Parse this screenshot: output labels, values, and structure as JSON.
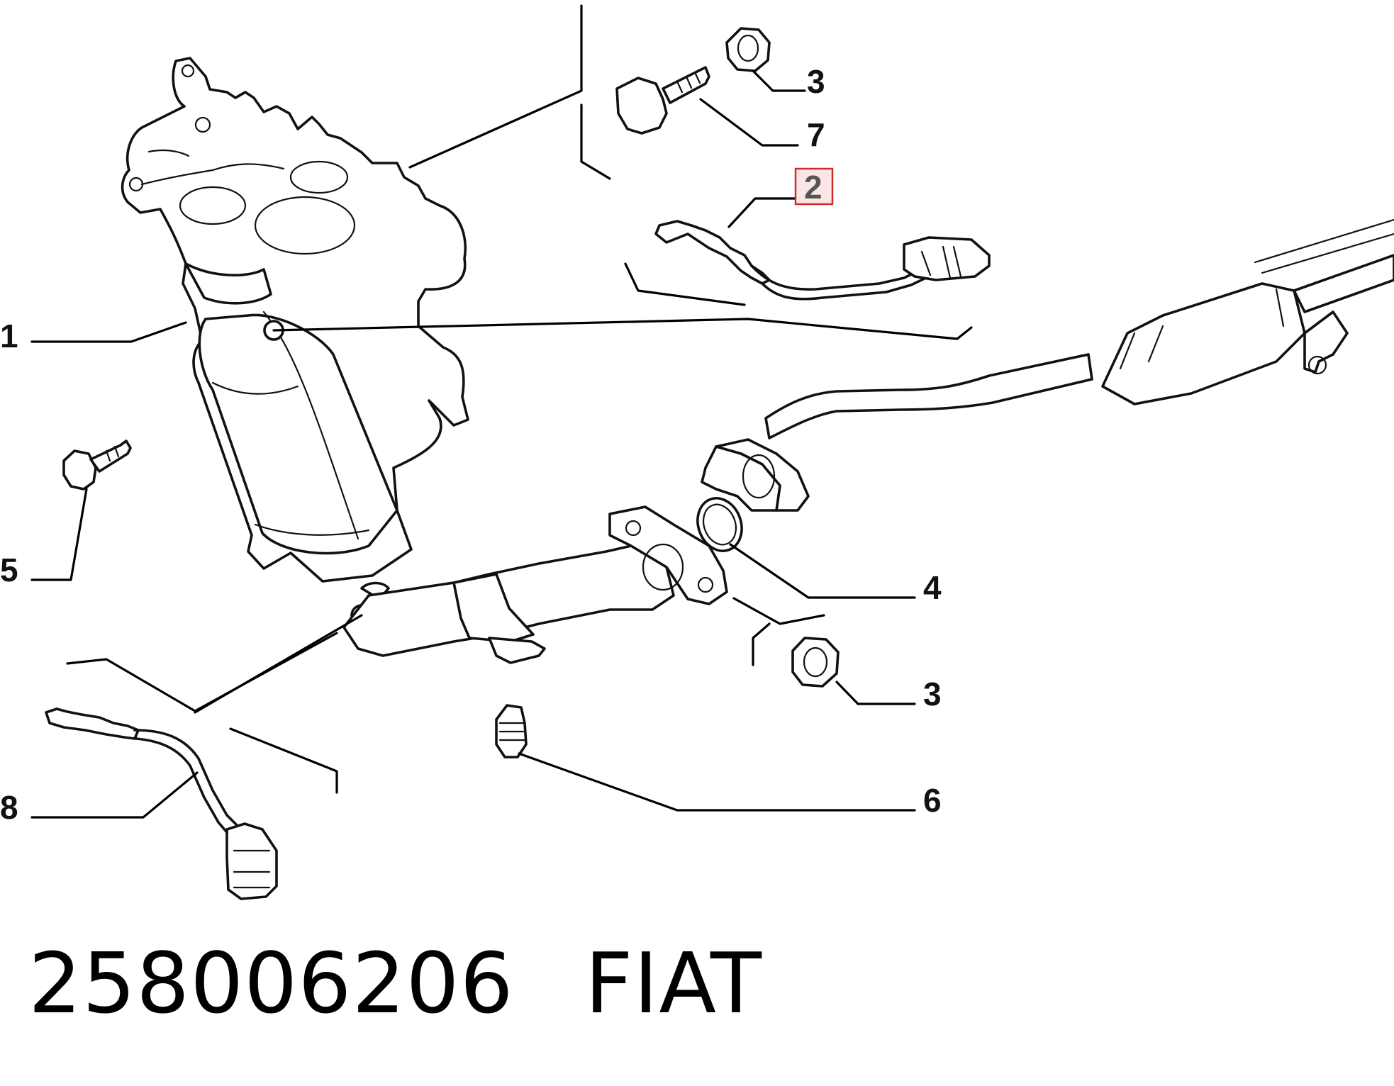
{
  "callouts": {
    "c1": "1",
    "c2": "2",
    "c3a": "3",
    "c3b": "3",
    "c4": "4",
    "c5": "5",
    "c6": "6",
    "c7": "7",
    "c8": "8"
  },
  "highlight": {
    "callout": "2",
    "border_color": "#d42a2a"
  },
  "caption": {
    "part_number": "258006206",
    "brand": "FIAT"
  },
  "icons": {
    "manifold": "exhaust-manifold-catalyst-icon",
    "oxygen_sensor": "lambda-sensor-icon",
    "bolt": "bolt-icon",
    "nut": "hex-nut-icon",
    "stud": "stud-icon",
    "gasket": "gasket-ring-icon",
    "pipe": "exhaust-pipe-icon"
  }
}
